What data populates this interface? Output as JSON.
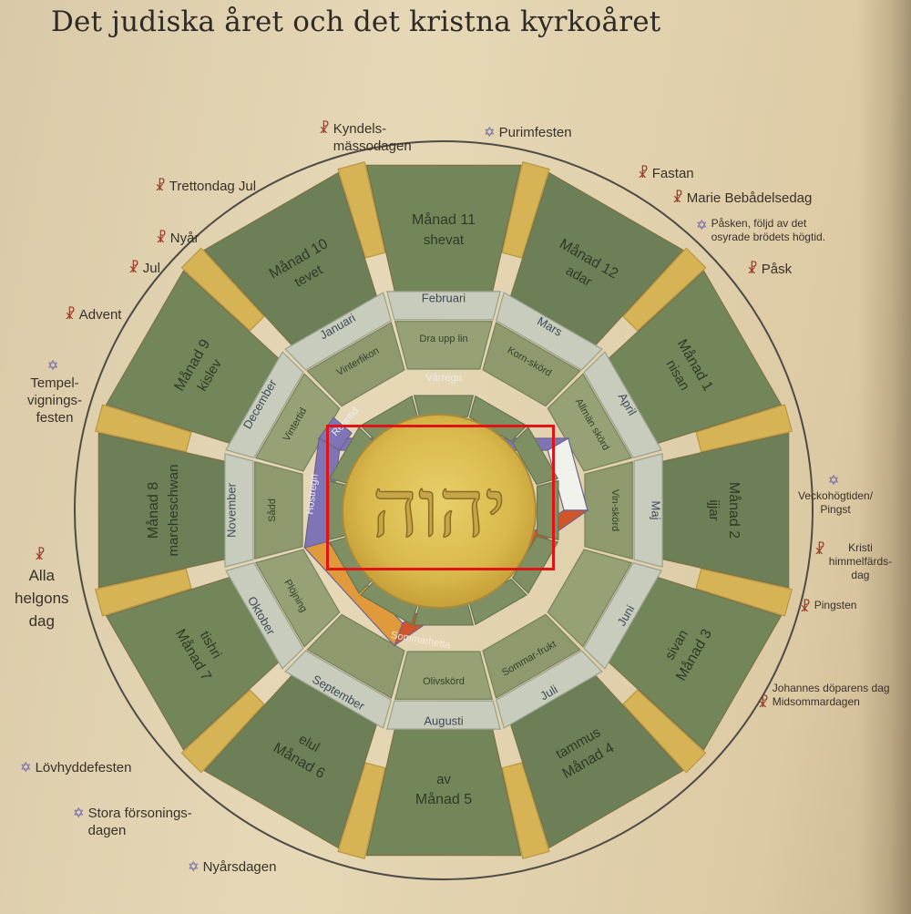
{
  "title": "Det judiska året och det kristna kyrkoåret",
  "center_text": "יהוה",
  "outer_segments": [
    {
      "l1": "Månad 11",
      "l2": "shevat"
    },
    {
      "l1": "Månad 12",
      "l2": "adar"
    },
    {
      "l1": "Månad 1",
      "l2": "nisan"
    },
    {
      "l1": "Månad 2",
      "l2": "ijjar"
    },
    {
      "l1": "Månad 3",
      "l2": "sivan"
    },
    {
      "l1": "Månad 4",
      "l2": "tammus"
    },
    {
      "l1": "Månad 5",
      "l2": "av"
    },
    {
      "l1": "Månad 6",
      "l2": "elul"
    },
    {
      "l1": "Månad 7",
      "l2": "tishri"
    },
    {
      "l1": "Månad 8",
      "l2": "marcheschwan"
    },
    {
      "l1": "Månad 9",
      "l2": "kislev"
    },
    {
      "l1": "Månad 10",
      "l2": "tevet"
    }
  ],
  "months": [
    "Februari",
    "Mars",
    "April",
    "Maj",
    "Juni",
    "Juli",
    "Augusti",
    "September",
    "Oktober",
    "November",
    "December",
    "Januari"
  ],
  "inner_segments": [
    "Dra upp lin",
    "Korn-skörd",
    "Allmän skörd",
    "Vin-skörd",
    "Sommar-frukt",
    "Olivskörd",
    "Plöjning",
    "Sådd",
    "Vintertid",
    "Vinterfikon"
  ],
  "seasons": [
    "Vårregn",
    "Sommarhetta",
    "Höstregn",
    "Regntid"
  ],
  "left_labels": {
    "trettondag": "Trettondag Jul",
    "nyar": "Nyår",
    "jul": "Jul",
    "advent": "Advent",
    "tempel": [
      "Tempel-",
      "vignings-",
      "festen"
    ],
    "allahelgons": [
      "Alla",
      "helgons",
      "dag"
    ],
    "lovhydde": "Lövhyddefesten",
    "forsonings": [
      "Stora försonings-",
      "dagen"
    ],
    "nyarsdagen": "Nyårsdagen"
  },
  "top_labels": {
    "kyndels": [
      "Kyndels-",
      "mässodagen"
    ],
    "purim": "Purimfesten"
  },
  "right_labels": {
    "fastan": "Fastan",
    "marie": "Marie Bebådelsedag",
    "pasken": [
      "Påsken, följd av det",
      "osyrade brödets högtid."
    ],
    "pask": "Påsk",
    "veckohogtiden": [
      "Veckohögtiden/",
      "Pingst"
    ],
    "kristi": [
      "Kristi",
      "himmelfärds-",
      "dag"
    ],
    "pingsten": "Pingsten",
    "johannes": [
      "Johannes döparens dag",
      "Midsommardagen"
    ]
  },
  "colors": {
    "christian_symbol": "#9c3a2a",
    "jewish_symbol": "#6a62a8",
    "highlight": "#e01414"
  },
  "icons": {
    "christian": "chi-rho-icon",
    "jewish": "star-of-david-icon"
  }
}
